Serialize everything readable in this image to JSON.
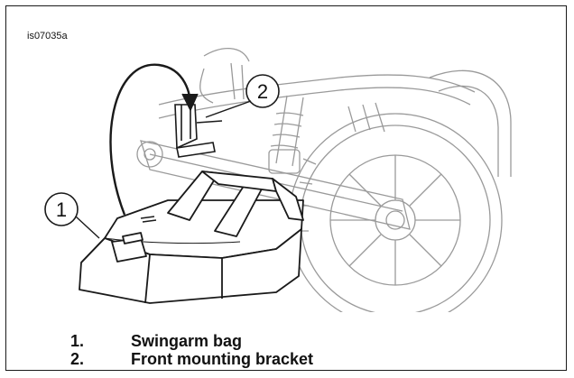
{
  "figure": {
    "id": "is07035a",
    "callouts": [
      {
        "number": "1"
      },
      {
        "number": "2"
      }
    ]
  },
  "legend": [
    {
      "number": "1.",
      "label": "Swingarm bag"
    },
    {
      "number": "2.",
      "label": "Front mounting bracket"
    }
  ],
  "colors": {
    "line": "#1a1a1a",
    "sketch": "#9a9a9a",
    "background": "#ffffff"
  }
}
